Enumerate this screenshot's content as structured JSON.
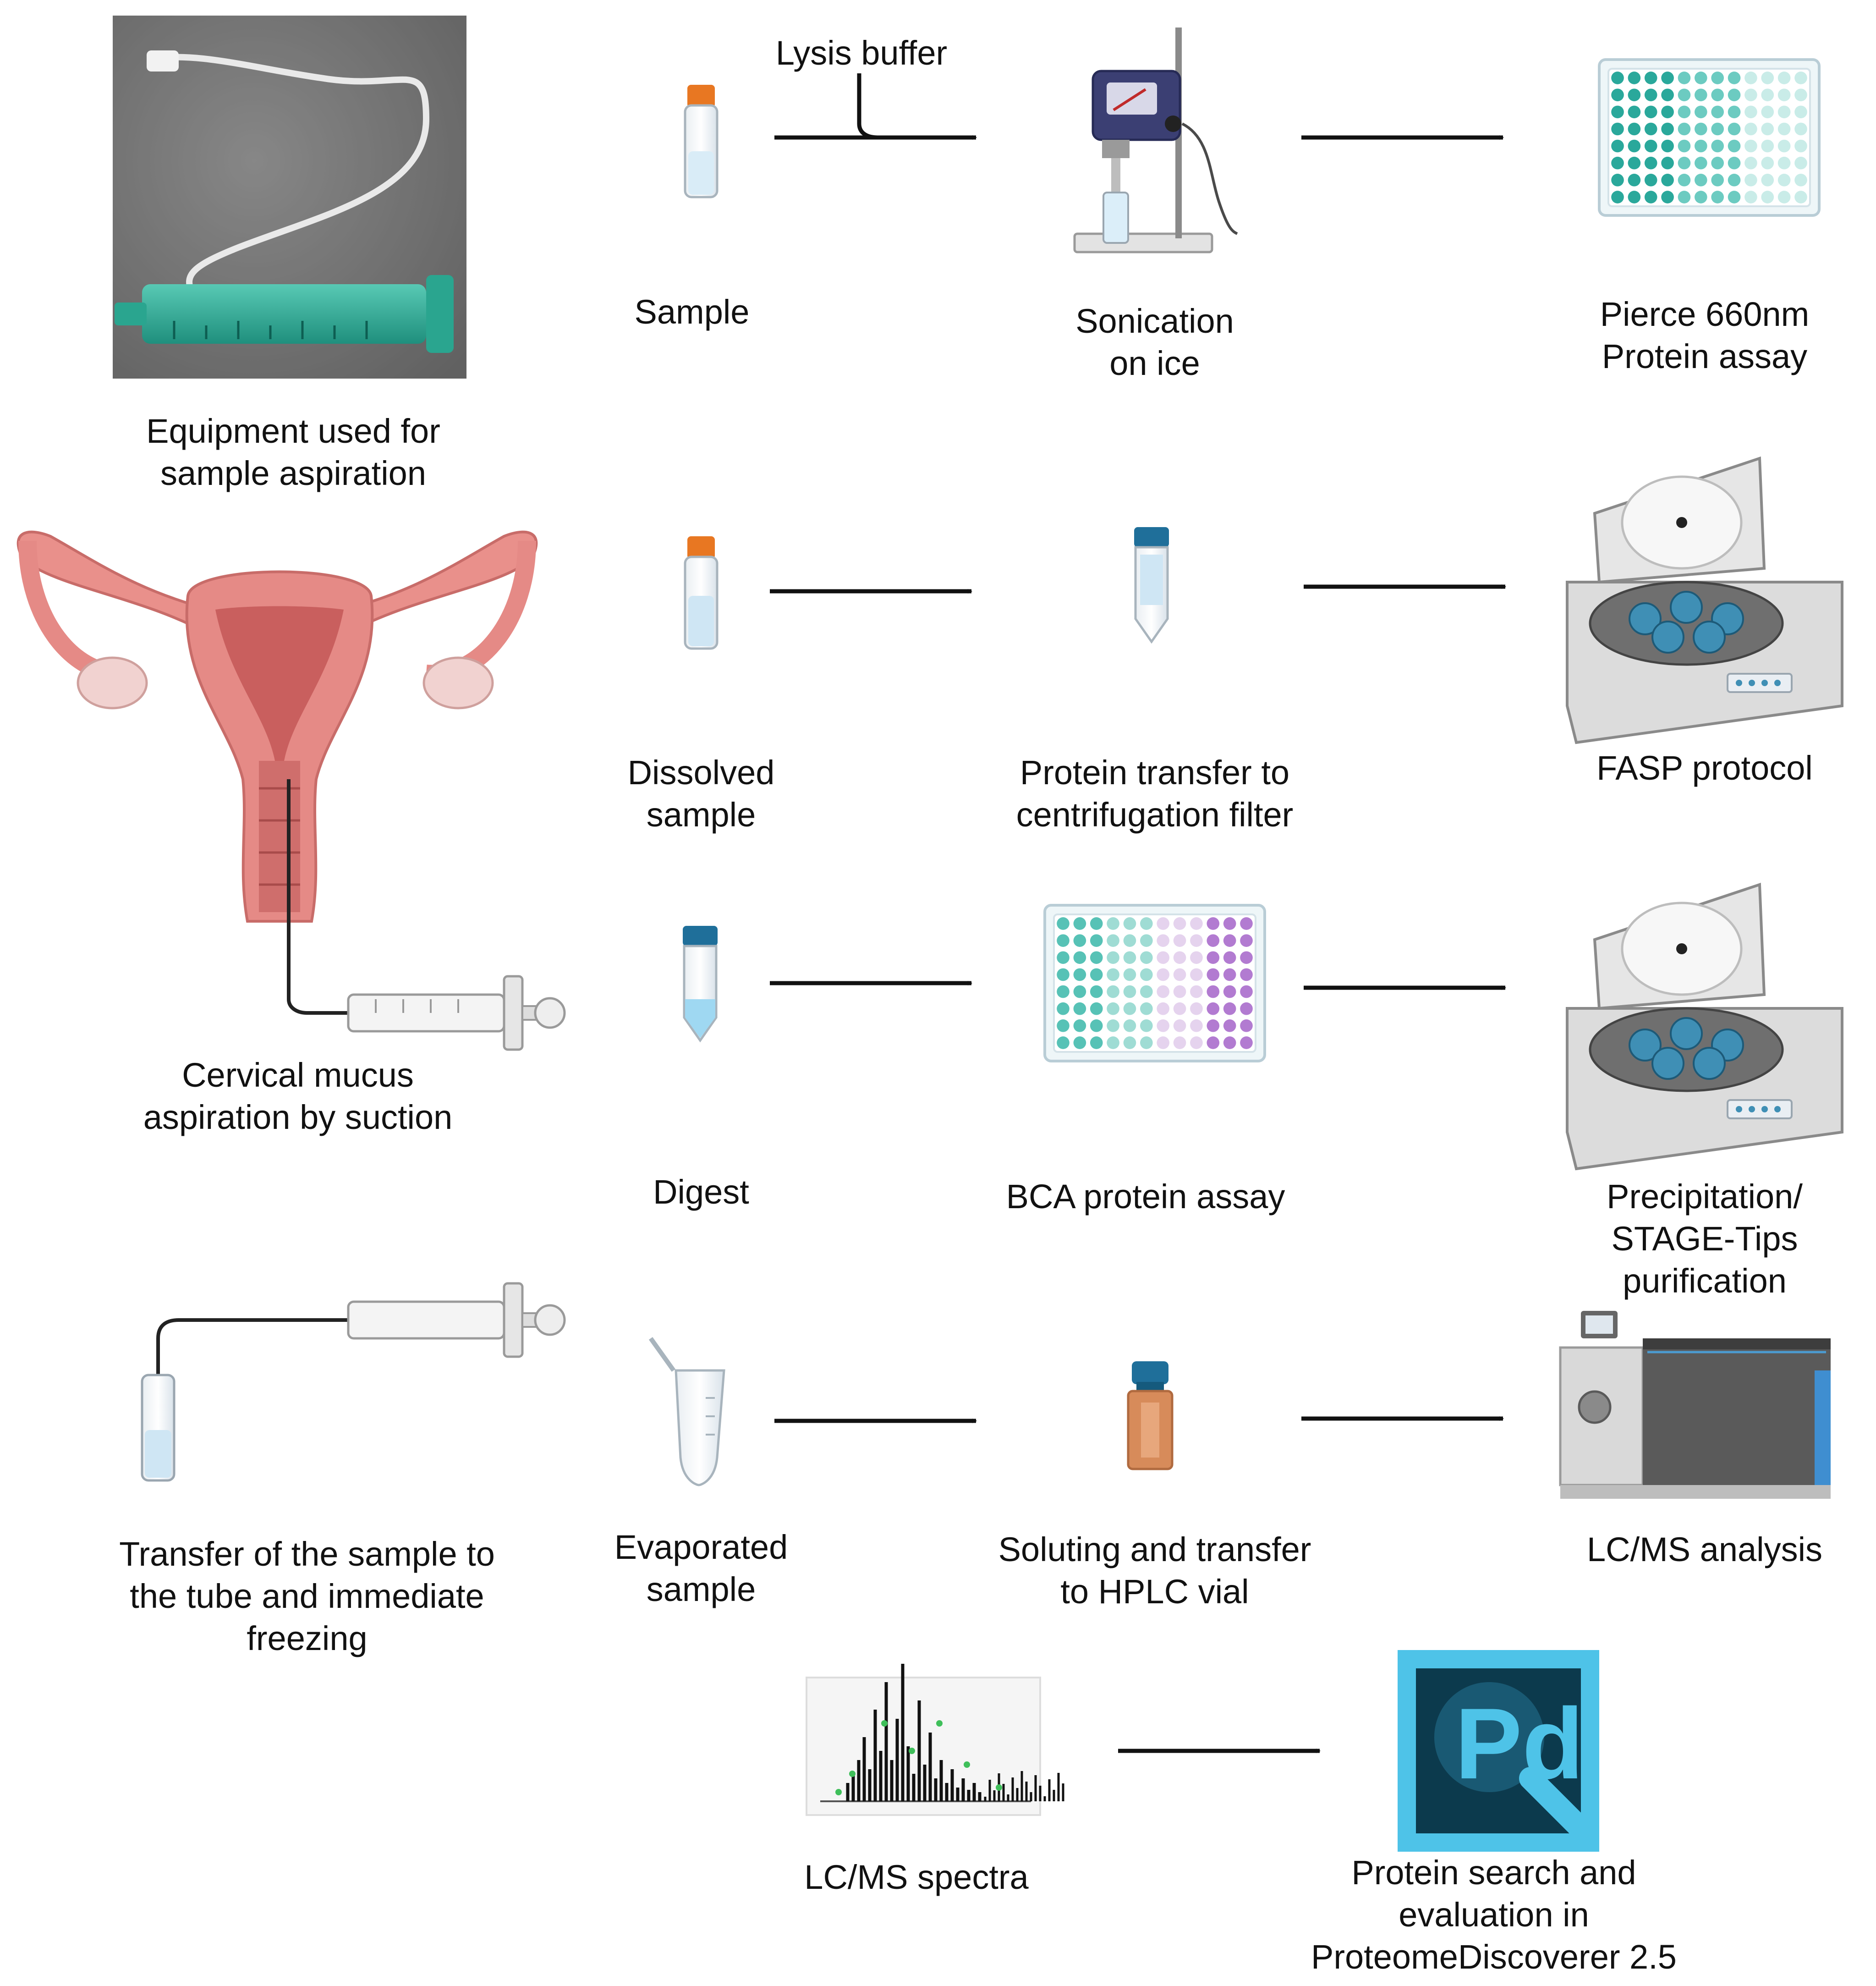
{
  "colors": {
    "arrow": "#111111",
    "tube_cap_orange": "#e87722",
    "tube_cap_blue": "#1f6f9a",
    "teal_well": "#3fb8ad",
    "purple_well": "#b27bd1",
    "uterus_pink": "#e58a86",
    "uterus_dark": "#c25c5c",
    "pd_blue": "#4ec3e8",
    "pd_dark": "#0c3a4d"
  },
  "labels": {
    "equipment": "Equipment used for\nsample aspiration",
    "lysis_buffer": "Lysis buffer",
    "sample": "Sample",
    "sonication": "Sonication\non ice",
    "pierce": "Pierce 660nm\nProtein assay",
    "dissolved": "Dissolved\nsample",
    "protein_transfer": "Protein transfer to\ncentrifugation filter",
    "fasp": "FASP protocol",
    "cervical": "Cervical mucus\naspiration by suction",
    "digest": "Digest",
    "bca": "BCA protein assay",
    "precipitation": "Precipitation/\nSTAGE-Tips\npurification",
    "transfer_freeze": "Transfer of the sample to\nthe tube and immediate\nfreezing",
    "evaporated": "Evaporated\nsample",
    "soluting": "Soluting and transfer\nto HPLC vial",
    "lcms_analysis": "LC/MS analysis",
    "lcms_spectra": "LC/MS spectra",
    "protein_search": "Protein search and\nevaluation in\nProteomeDiscoverer 2.5",
    "pd_logo_text": "Pd"
  }
}
